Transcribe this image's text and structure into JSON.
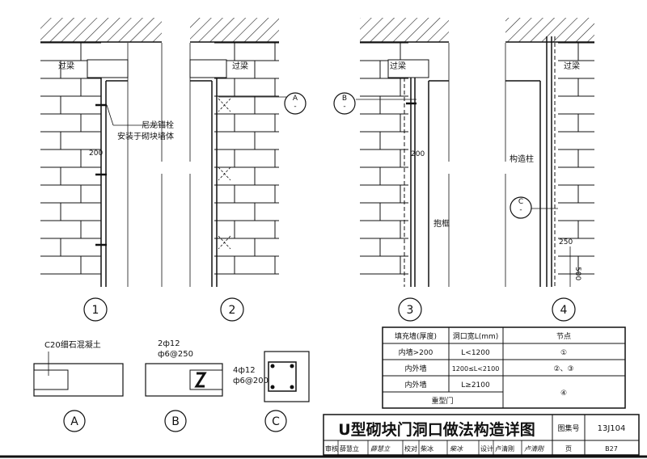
{
  "drawing": {
    "details": [
      {
        "id": "1",
        "labels": {
          "lintel": "过梁",
          "anchor_line1": "尼龙锚栓",
          "anchor_line2": "安装于砌块墙体",
          "dim": "200"
        }
      },
      {
        "id": "2",
        "labels": {
          "lintel": "过梁",
          "section_ref": "A"
        }
      },
      {
        "id": "3",
        "labels": {
          "lintel": "过梁",
          "section_ref": "B",
          "dim": "200",
          "frame": "抱框"
        }
      },
      {
        "id": "4",
        "labels": {
          "lintel": "过梁",
          "column": "构造柱",
          "section_ref": "C",
          "dim_h": "250",
          "dim_v": "500"
        }
      }
    ],
    "sections": [
      {
        "id": "A",
        "note1": "C20细石混凝土"
      },
      {
        "id": "B",
        "note1": "2ф12",
        "note2": "ф6@250"
      },
      {
        "id": "C",
        "note1": "4ф12",
        "note2": "ф6@200"
      }
    ],
    "section_ref_dash": "-"
  },
  "table": {
    "headers": [
      "填充墙(厚度)",
      "洞口宽L(mm)",
      "节点"
    ],
    "rows": [
      [
        "内墙>200",
        "L<1200",
        "①"
      ],
      [
        "内外墙",
        "1200≤L<2100",
        "②、③"
      ],
      [
        "内外墙",
        "L≥2100",
        "④"
      ],
      [
        "重型门",
        "",
        ""
      ]
    ]
  },
  "title_block": {
    "title": "U型砌块门洞口做法构造详图",
    "atlas_label": "图集号",
    "atlas_no": "13J104",
    "review_label": "审核",
    "reviewer": "薛慧立",
    "review_sign": "薛慧立",
    "check_label": "校对",
    "checker": "柴冰",
    "check_sign": "柴冰",
    "design_label": "设计",
    "designer": "卢清刚",
    "design_sign": "卢清刚",
    "page_label": "页",
    "page_no": "B27"
  }
}
